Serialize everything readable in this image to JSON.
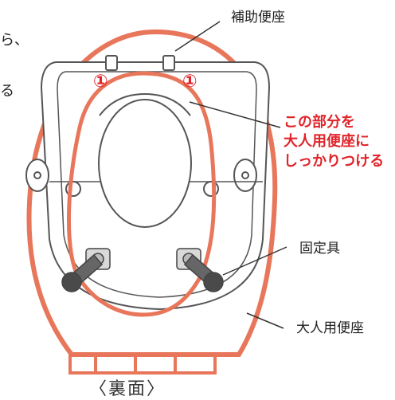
{
  "cut_text": {
    "line1": "ら、",
    "line2": "る"
  },
  "labels": {
    "auxiliary_seat": "補助便座",
    "callout_lines": [
      "この部分を",
      "大人用便座に",
      "しっかりつける"
    ],
    "fixture": "固定具",
    "adult_seat": "大人用便座",
    "caption": "〈裏面〉"
  },
  "markers": {
    "left": "①",
    "right": "①"
  },
  "colors": {
    "outline_orange": "#e8765a",
    "accent_red": "#e0242a",
    "line_gray": "#333333"
  }
}
